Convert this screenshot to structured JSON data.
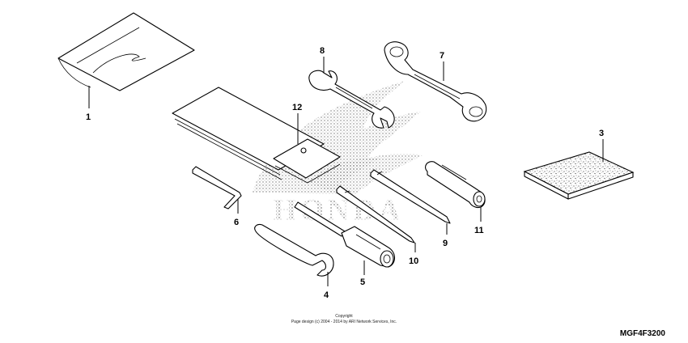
{
  "watermark": {
    "text": "HONDA"
  },
  "callouts": {
    "c1": "1",
    "c2": "3",
    "c3": "4",
    "c4": "5",
    "c5": "6",
    "c6": "7",
    "c7": "8",
    "c8": "9",
    "c9": "10",
    "c10": "11",
    "c11": "12"
  },
  "footer": {
    "copyright_line1": "Copyright",
    "copyright_line2": "Page design (c) 2004 - 2014 by ARI Network Services, Inc.",
    "figure_code": "MGF4F3200"
  }
}
